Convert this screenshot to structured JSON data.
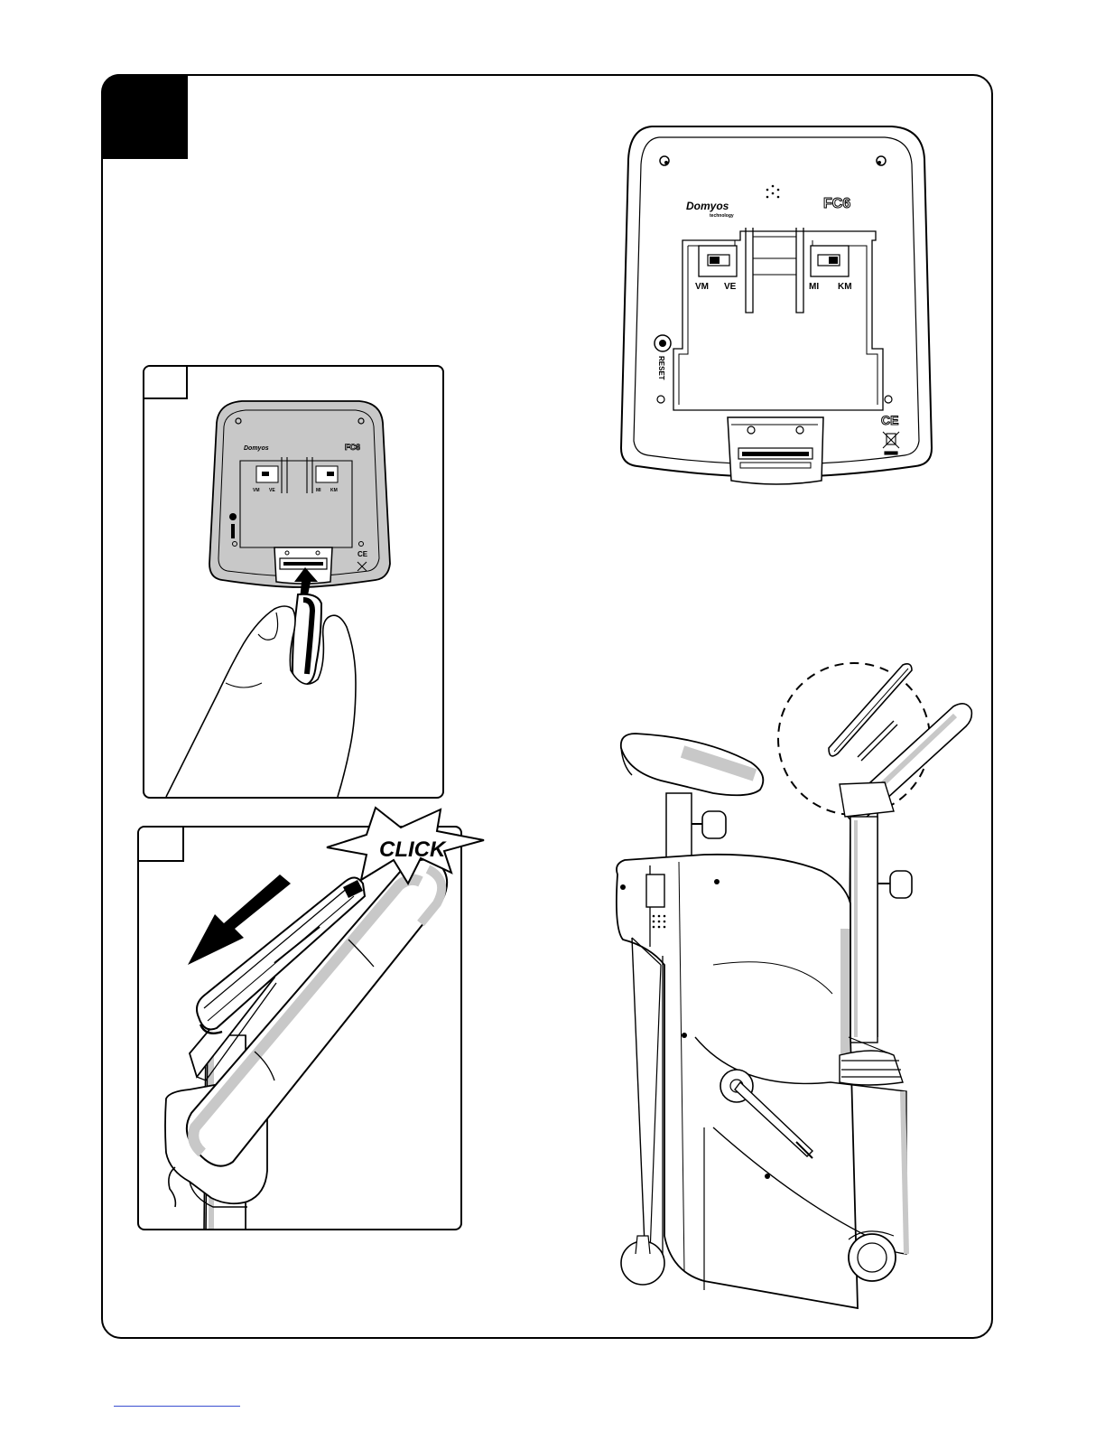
{
  "console": {
    "brand": "Domyos",
    "brand_sub": "technology",
    "model": "FC6",
    "switch_left_labels": [
      "VM",
      "VE"
    ],
    "switch_right_labels": [
      "MI",
      "KM"
    ],
    "reset_label": "RESET",
    "ce_mark": "CE"
  },
  "callout": {
    "click_text": "CLICK"
  },
  "colors": {
    "ink": "#000000",
    "shade": "#c8c8c8",
    "light_shade": "#e2e2e2"
  }
}
